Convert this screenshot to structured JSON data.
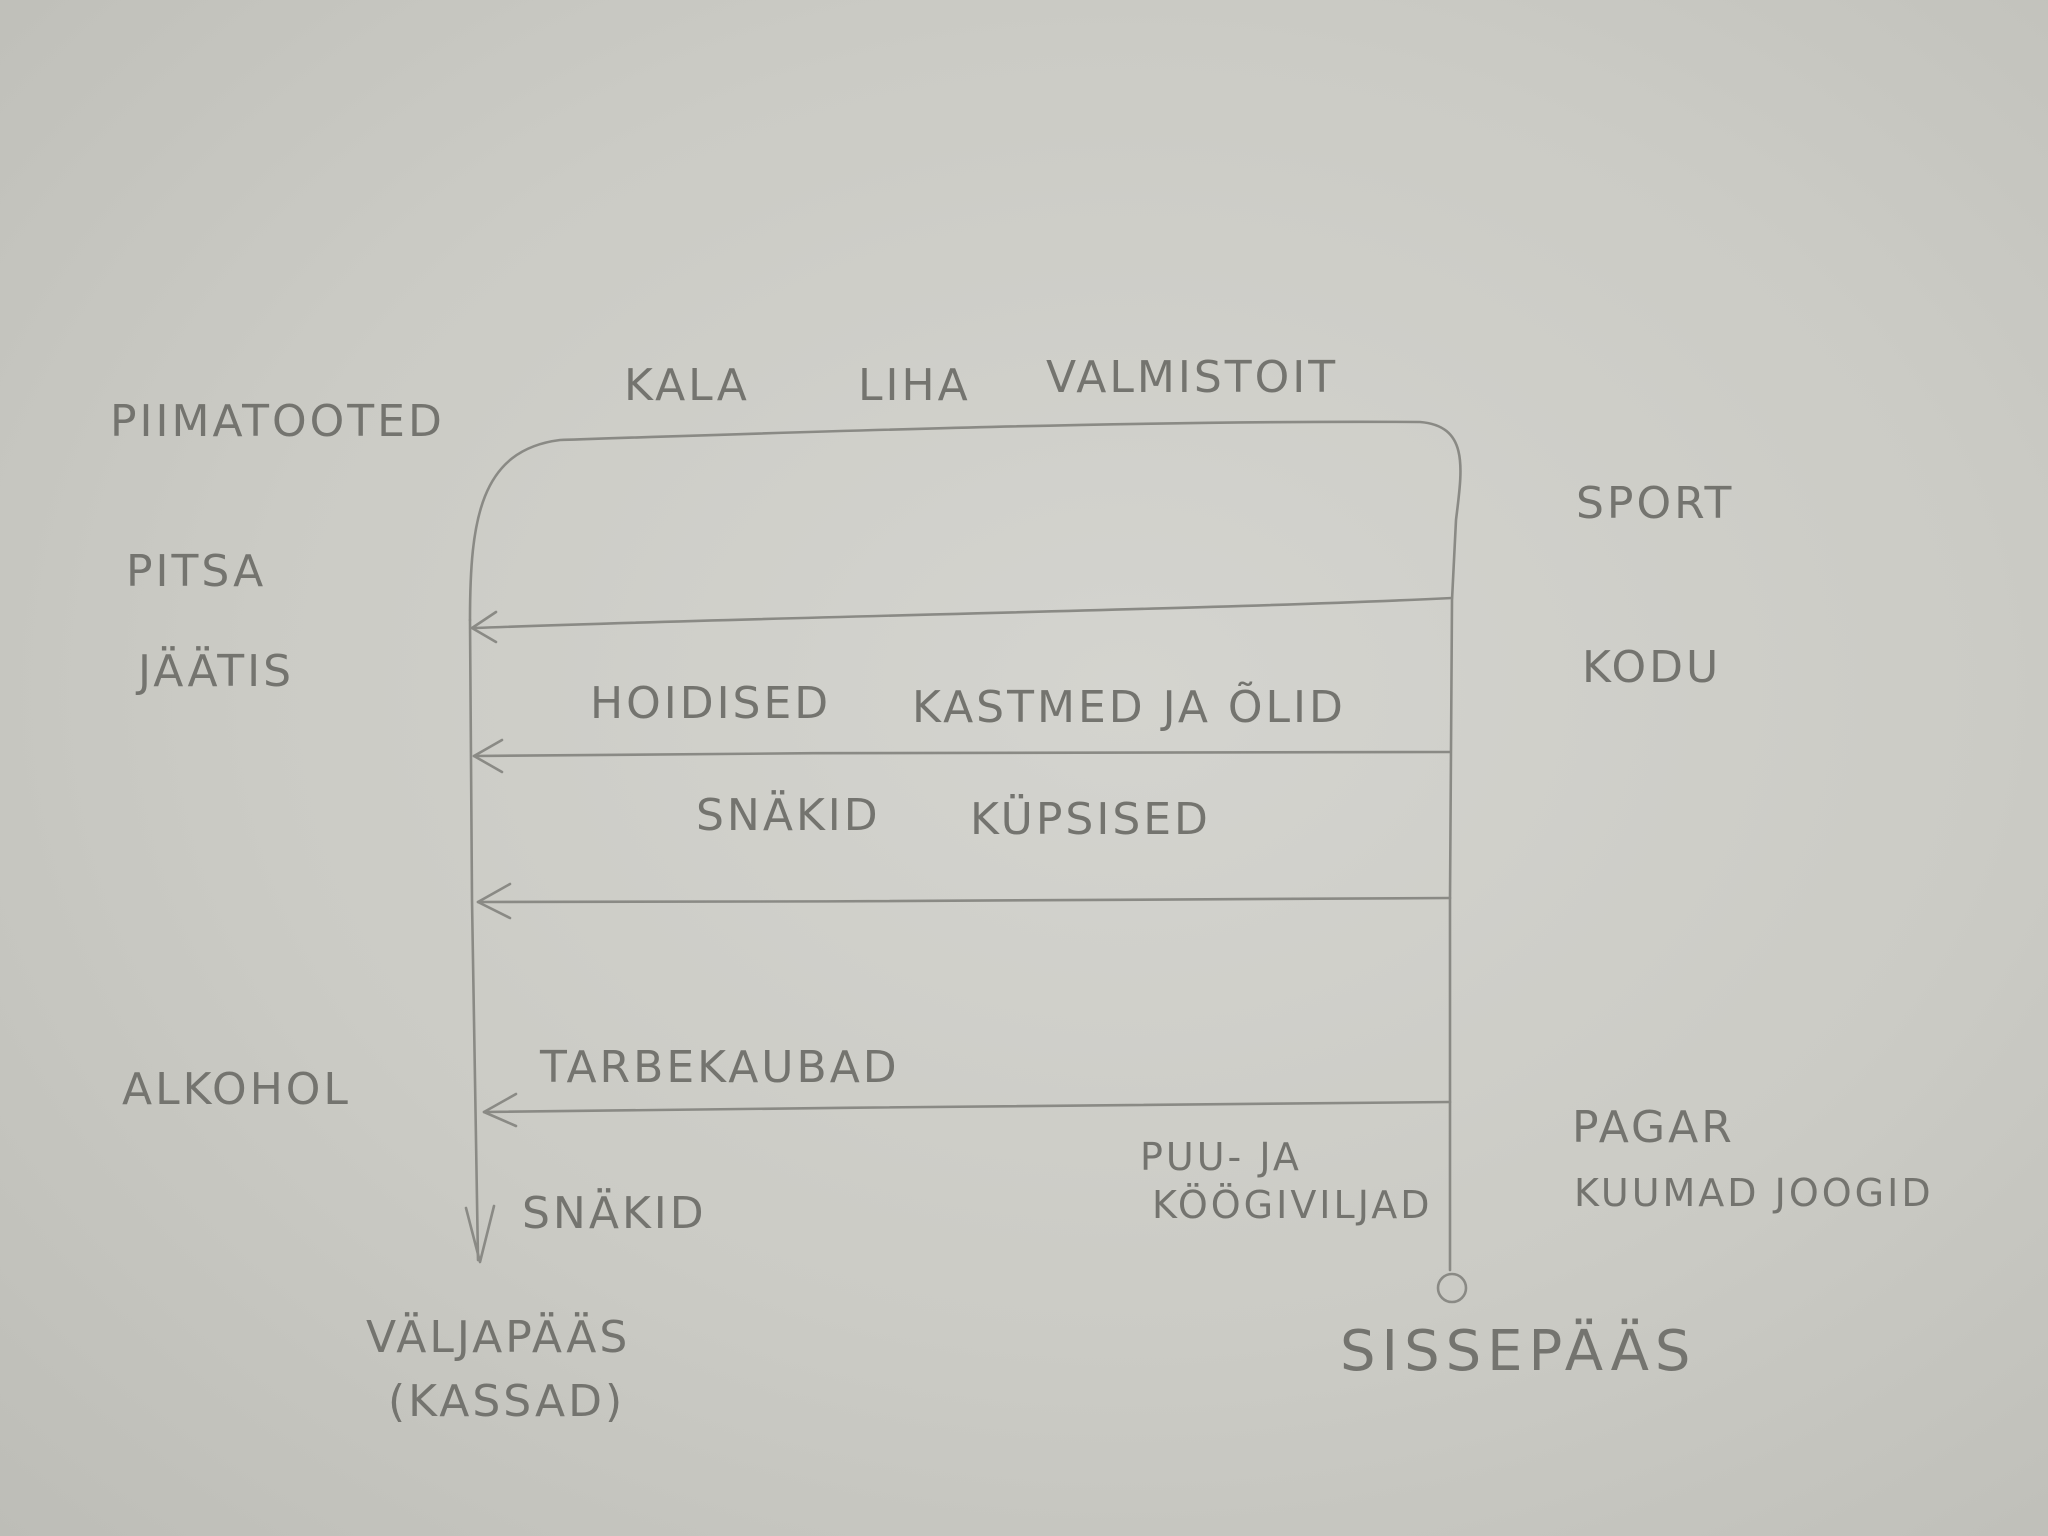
{
  "labels": {
    "piimatooted": "PIIMATOOTED",
    "kala": "KALA",
    "liha": "LIHA",
    "valmistoit": "VALMISTOIT",
    "sport": "SPORT",
    "pitsa": "PITSA",
    "jaatis": "JÄÄTIS",
    "kodu": "KODU",
    "hoidised": "HOIDISED",
    "kastmed": "KASTMED JA ÕLID",
    "snakid_aisle": "SNÄKID",
    "kupsised": "KÜPSISED",
    "tarbekaubad": "TARBEKAUBAD",
    "alkohol": "ALKOHOL",
    "puu_line1": "PUU- JA",
    "puu_line2": "KÖÖGIVILJAD",
    "pagar": "PAGAR",
    "kuumad_joogid": "KUUMAD JOOGID",
    "snakid_exit": "SNÄKID",
    "valjapaas_line1": "VÄLJAPÄÄS",
    "valjapaas_line2": "(KASSAD)",
    "sissepaas": "SISSEPÄÄS"
  }
}
